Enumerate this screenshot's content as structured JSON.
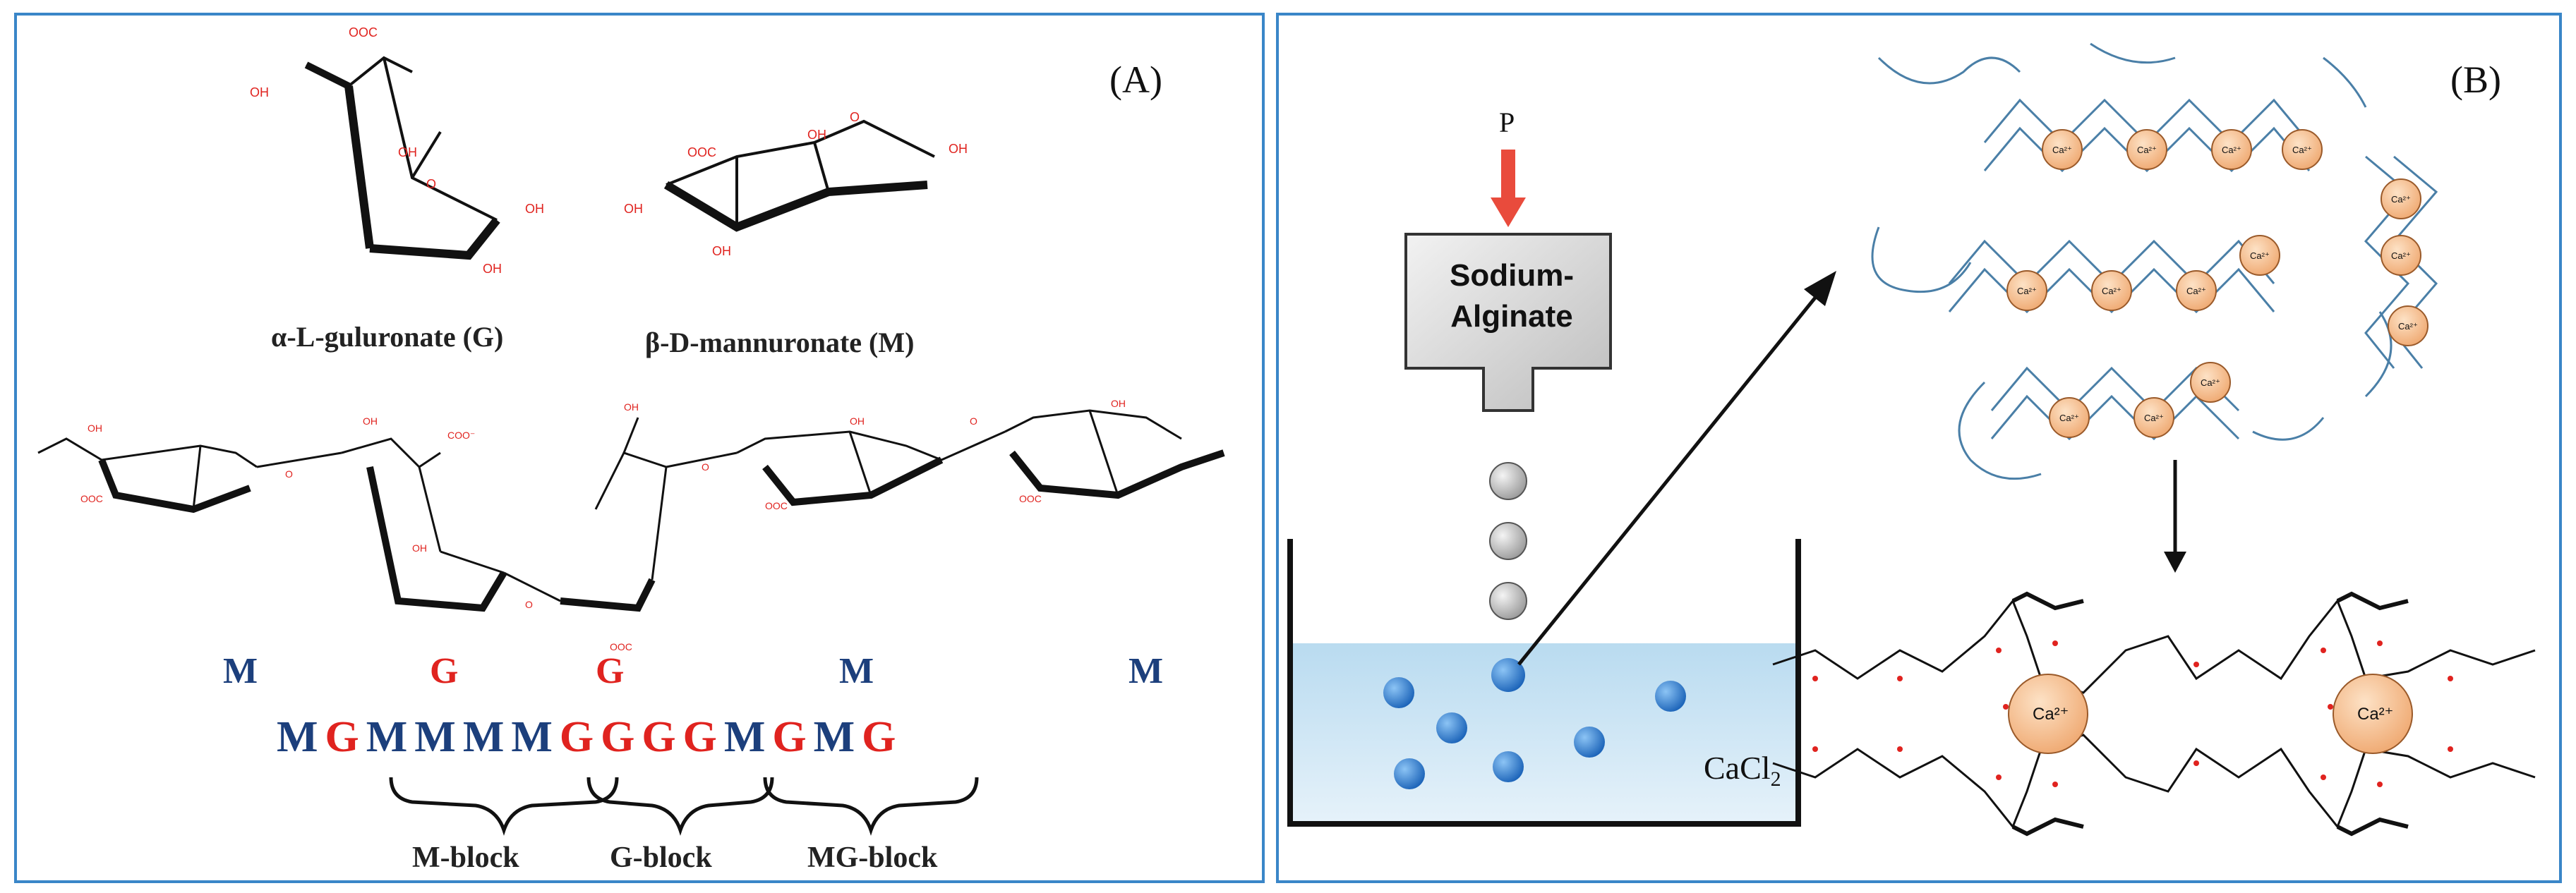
{
  "panel_a": {
    "label": "(A)",
    "guluronate_caption": "α-L-guluronate (G)",
    "mannuronate_caption": "β-D-mannuronate (M)",
    "residue_labels": [
      "M",
      "G",
      "G",
      "M",
      "M"
    ],
    "sequence": [
      {
        "letter": "M",
        "type": "M"
      },
      {
        "letter": "G",
        "type": "G"
      },
      {
        "letter": "M",
        "type": "M"
      },
      {
        "letter": "M",
        "type": "M"
      },
      {
        "letter": "M",
        "type": "M"
      },
      {
        "letter": "M",
        "type": "M"
      },
      {
        "letter": "G",
        "type": "G"
      },
      {
        "letter": "G",
        "type": "G"
      },
      {
        "letter": "G",
        "type": "G"
      },
      {
        "letter": "G",
        "type": "G"
      },
      {
        "letter": "M",
        "type": "M"
      },
      {
        "letter": "G",
        "type": "G"
      },
      {
        "letter": "M",
        "type": "M"
      },
      {
        "letter": "G",
        "type": "G"
      }
    ],
    "blocks": [
      "M-block",
      "G-block",
      "MG-block"
    ],
    "atom_labels": {
      "oh": "OH",
      "coo": "OOC",
      "o": "O",
      "coo_minus": "COO⁻"
    }
  },
  "panel_b": {
    "label": "(B)",
    "pressure_label": "P",
    "nozzle_label_line1": "Sodium-",
    "nozzle_label_line2": "Alginate",
    "bath_label_main": "CaCl",
    "bath_label_sub": "2",
    "ion_label": "Ca²⁺"
  },
  "colors": {
    "frame": "#3a86c8",
    "m_letter": "#1c3f7c",
    "g_letter": "#e0231f",
    "ca_ion": "#f6c79c",
    "bead": "#2f7fd6",
    "bath": "#cfe6f3",
    "chain": "#4a7fa7"
  }
}
